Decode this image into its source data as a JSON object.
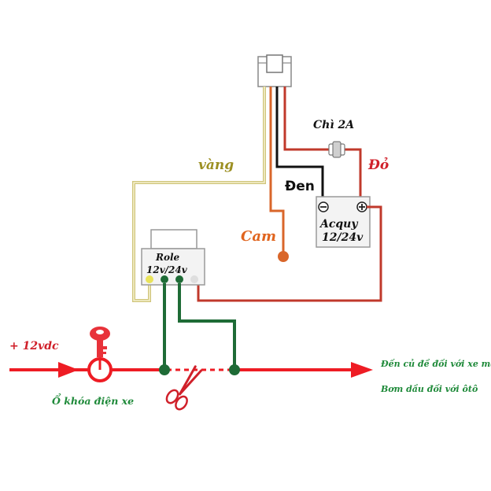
{
  "labels": {
    "fuse": "Chì 2A",
    "yellow": "vàng",
    "black": "Đen",
    "red": "Đỏ",
    "orange": "Cam",
    "battery_name": "Acquy",
    "battery_voltage": "12/24v",
    "relay_name": "Role",
    "relay_voltage": "12v/24v",
    "supply": "+ 12vdc",
    "ignition": "Ổ khóa điện xe",
    "out_line1": "Đến củ đề đối với xe máy",
    "out_line2": "Bơm dầu đối với ôtô"
  },
  "colors": {
    "red_line": "#ee1c24",
    "dark_red_wire": "#c0392b",
    "green_wire": "#1e6b36",
    "yellow_wire": "#cfc47a",
    "orange_wire": "#d9662a",
    "black_wire": "#111111",
    "label_green": "#1f8a3a",
    "label_orange": "#e0641e",
    "label_yellow": "#9c8f22",
    "label_red": "#d0202a",
    "key_red": "#e8323a"
  },
  "icons": [
    "connector-icon",
    "fuse-icon",
    "battery-icon",
    "relay-icon",
    "key-icon",
    "scissors-icon",
    "arrow-head-icon"
  ]
}
